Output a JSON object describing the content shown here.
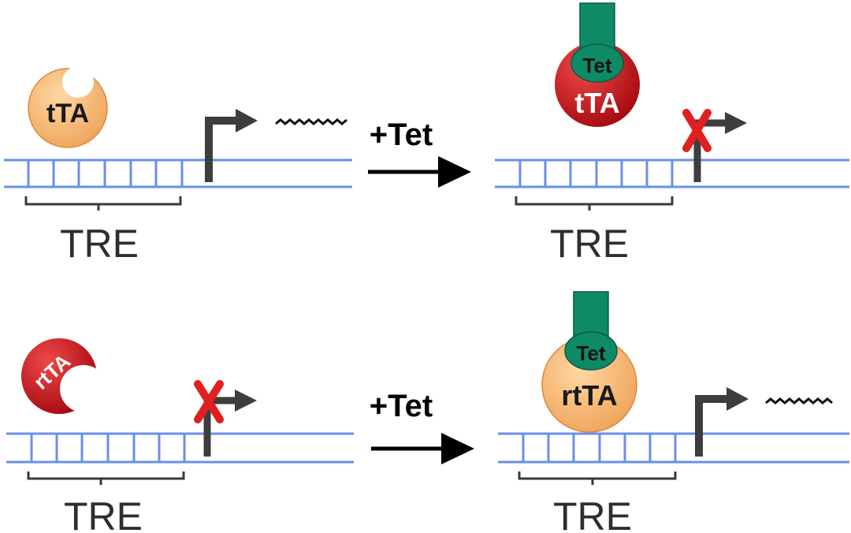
{
  "colors": {
    "dna": "#6a8fe8",
    "bracket": "#3a3a3a",
    "promoter": "#3d3d3d",
    "block": "#cc1111",
    "tta_orange": "#f6b46e",
    "rtta_red": "#c8121a",
    "tet_green": "#0f8a66",
    "arrow": "#000000"
  },
  "panels": {
    "tl": {
      "tre_label": "TRE",
      "protein_label": "tTA",
      "protein_icon": "tta-open-pacman-icon"
    },
    "tr": {
      "tre_label": "TRE",
      "protein_label": "tTA",
      "tet_label": "Tet",
      "blocked_mark": "X"
    },
    "bl": {
      "tre_label": "TRE",
      "protein_label": "rtTA",
      "protein_icon": "rtta-pacman-icon",
      "blocked_mark": "X"
    },
    "br": {
      "tre_label": "TRE",
      "protein_label": "rtTA",
      "tet_label": "Tet"
    }
  },
  "arrows": {
    "top": {
      "label": "+Tet"
    },
    "bottom": {
      "label": "+Tet"
    }
  }
}
